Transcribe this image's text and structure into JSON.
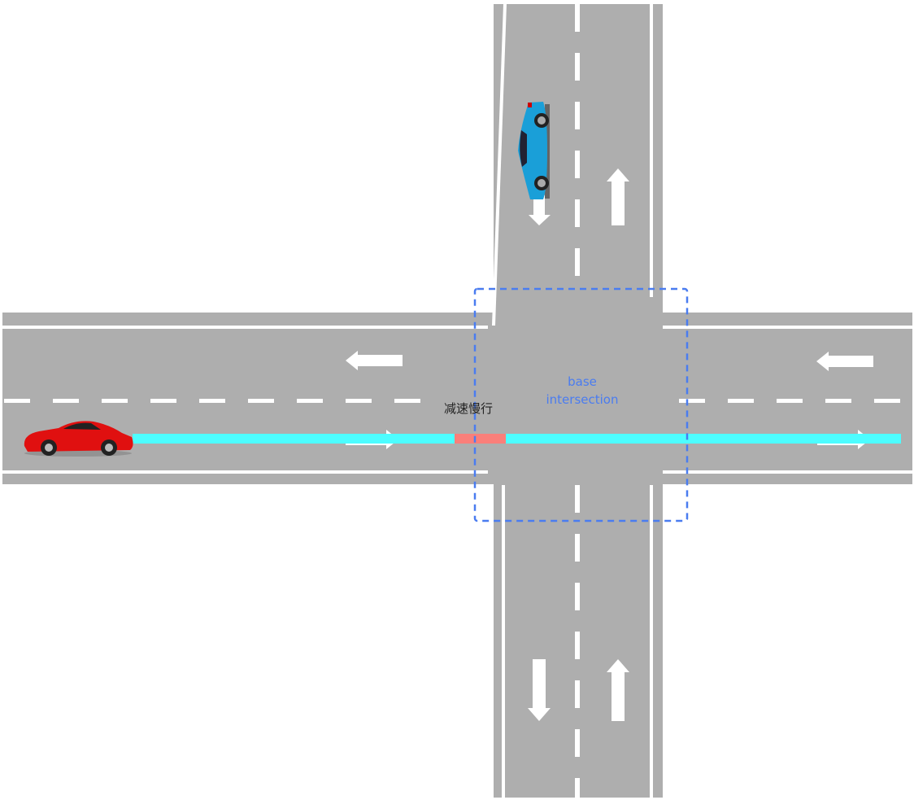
{
  "scene": {
    "warning_text": "减速慢行",
    "zone_label_line1": "base",
    "zone_label_line2": "intersection",
    "colors": {
      "road": "#aeaeae",
      "marking": "#ffffff",
      "planned_path": "#4dfdff",
      "slowdown_segment": "#fa7f7a",
      "zone_border": "#4a7cf0",
      "ego_car": "#e01010",
      "other_car": "#1a9fd8"
    }
  }
}
